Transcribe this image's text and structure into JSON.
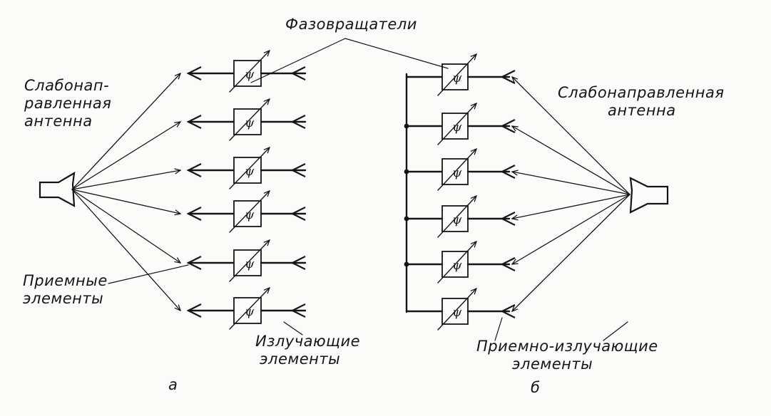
{
  "labels": {
    "phase_shifters": "Фазовращатели",
    "left_antenna": [
      "Слабонап-",
      "равленная",
      "антенна"
    ],
    "right_antenna": [
      "Слабонаправленная",
      "антенна"
    ],
    "receiving_elements": [
      "Приемные",
      "элементы"
    ],
    "radiating_elements": [
      "Излучающие",
      "элементы"
    ],
    "receive_radiate_elements": [
      "Приемно-излучающие",
      "элементы"
    ],
    "sub_a": "а",
    "sub_b": "б"
  },
  "phase_symbol": "ψ",
  "colors": {
    "ink": "#151515",
    "paper": "#fbfbf9"
  }
}
